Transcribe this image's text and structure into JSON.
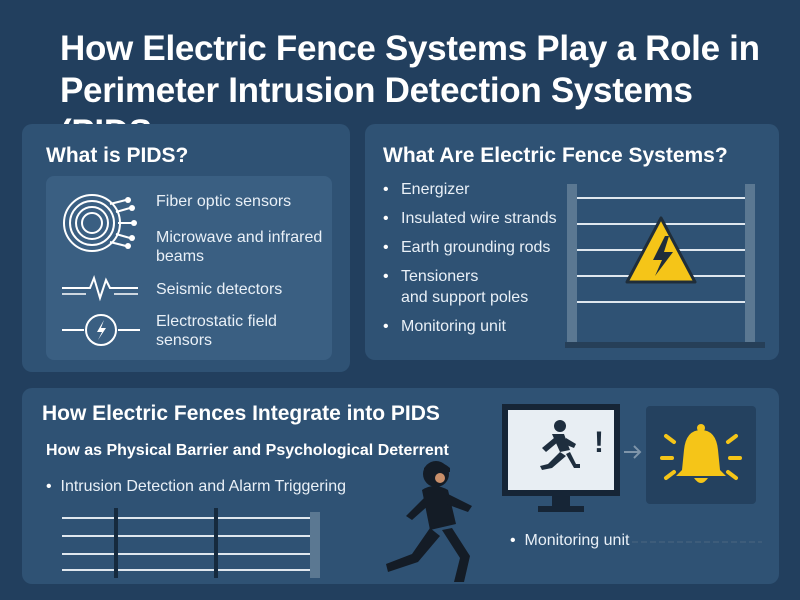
{
  "title": "How Electric Fence Systems Play a Role in Perimeter Intrusion Detection Systems (PIDS",
  "pids": {
    "heading": "What is PIDS?",
    "items": [
      {
        "label": "Fiber optic sensors",
        "icon": "fiber-coil-icon"
      },
      {
        "label": "Microwave and infrared beams",
        "icon": "beam-icon"
      },
      {
        "label": "Seismic detectors",
        "icon": "seismic-wave-icon"
      },
      {
        "label": "Electrostatic field sensors",
        "icon": "electric-circle-icon"
      }
    ]
  },
  "fence": {
    "heading": "What Are Electric Fence Systems?",
    "bullets": [
      "Energizer",
      "Insulated wire strands",
      "Earth grounding rods",
      "Tensioners",
      "and support poles",
      "Monitoring unit"
    ],
    "graphic_icon": "high-voltage-warning-icon"
  },
  "integrate": {
    "heading": "How Electric Fences Integrate into PIDS",
    "subheading": "How as Physical Barrier and Psychological Deterrent",
    "bullet": "Intrusion Detection and Alarm Triggering",
    "monitor_bullet": "Monitoring unit",
    "monitor_symbol": "!",
    "icons": [
      "running-intruder-icon",
      "monitor-icon",
      "arrow-right-icon",
      "alarm-bell-icon"
    ]
  },
  "colors": {
    "background": "#223f5e",
    "panel": "#2f5274",
    "accent_yellow": "#f5c518",
    "text": "#ffffff"
  }
}
